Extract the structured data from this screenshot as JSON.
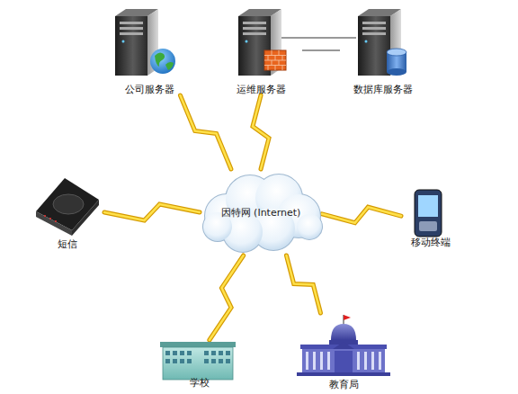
{
  "diagram": {
    "nodes": [
      {
        "text": [
          "公司服务器"
        ]
      },
      {
        "text": [
          "运维服务器"
        ]
      },
      {
        "text": [
          "数据库服务器"
        ]
      },
      {
        "text": [
          "短信"
        ]
      },
      {
        "text": [
          "因特网 (Internet)"
        ]
      },
      {
        "text": [
          "移动终端"
        ]
      },
      {
        "text": [
          "学校"
        ]
      },
      {
        "text": [
          "教育局"
        ]
      }
    ],
    "edges": [
      {
        "from": 0,
        "to": 4,
        "arrow": "none"
      },
      {
        "from": 1,
        "to": 4,
        "arrow": "none"
      },
      {
        "from": 1,
        "to": 2,
        "arrow": "none"
      },
      {
        "from": 3,
        "to": 4,
        "arrow": "none"
      },
      {
        "from": 5,
        "to": 4,
        "arrow": "none"
      },
      {
        "from": 6,
        "to": 4,
        "arrow": "none"
      },
      {
        "from": 7,
        "to": 4,
        "arrow": "none"
      }
    ]
  }
}
